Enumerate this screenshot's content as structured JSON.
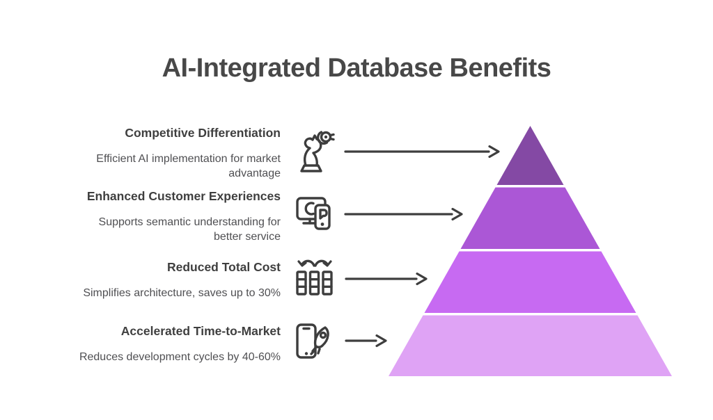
{
  "title": "AI-Integrated Database Benefits",
  "rows": [
    {
      "title": "Competitive Differentiation",
      "description": "Efficient AI implementation for market advantage",
      "icon": "chess-knight-gear-icon"
    },
    {
      "title": "Enhanced Customer Experiences",
      "description": "Supports semantic understanding for better service",
      "icon": "monitor-phone-icon"
    },
    {
      "title": "Reduced Total Cost",
      "description": "Simplifies architecture, saves up to 30%",
      "icon": "database-columns-sync-icon"
    },
    {
      "title": "Accelerated Time-to-Market",
      "description": "Reduces development cycles by 40-60%",
      "icon": "phone-rocket-icon"
    }
  ],
  "pyramid": {
    "type": "pyramid",
    "level_count": 4,
    "levels": [
      {
        "rank": 1,
        "linked_row": "Competitive Differentiation",
        "color": "#8449A4"
      },
      {
        "rank": 2,
        "linked_row": "Enhanced Customer Experiences",
        "color": "#AB57D6"
      },
      {
        "rank": 3,
        "linked_row": "Reduced Total Cost",
        "color": "#C76AF2"
      },
      {
        "rank": 4,
        "linked_row": "Accelerated Time-to-Market",
        "color": "#DFA3F5"
      }
    ]
  },
  "colors": {
    "background": "#ffffff",
    "title_text": "#484848",
    "row_title_text": "#3f3f3f",
    "row_description_text": "#4f4f52",
    "icon_stroke": "#3d3d3d",
    "arrow": "#3e3e3e"
  }
}
